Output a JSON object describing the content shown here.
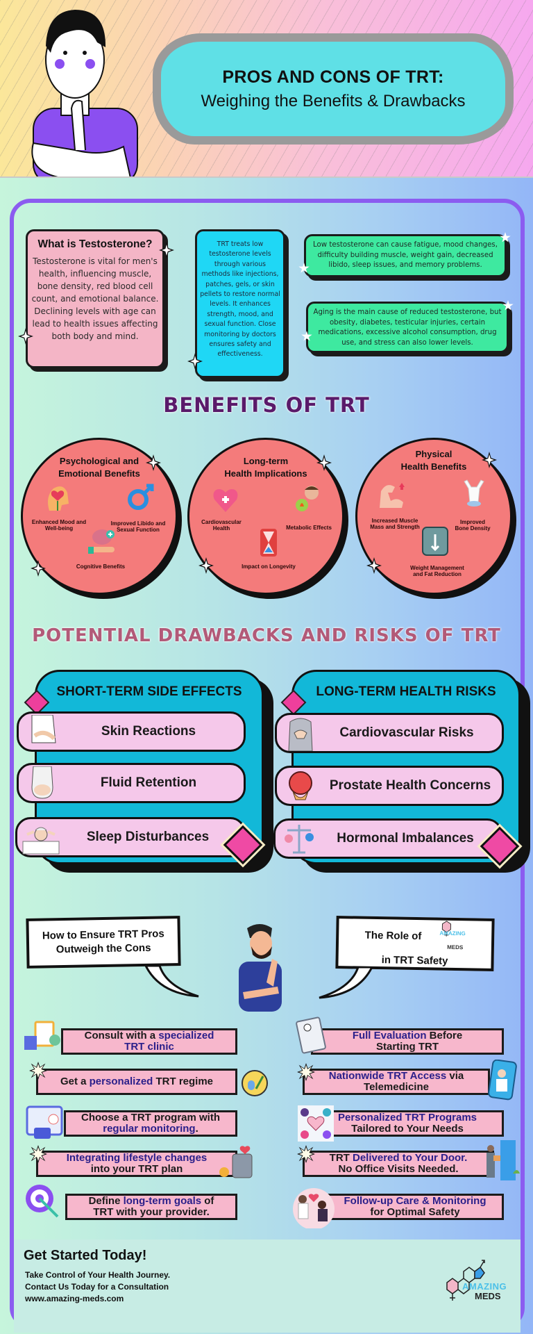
{
  "header": {
    "title_line1": "PROS AND CONS OF TRT:",
    "title_line2": "Weighing the Benefits & Drawbacks"
  },
  "intro": {
    "what_is": {
      "heading": "What is Testosterone?",
      "body": "Testosterone is vital for men's health, influencing muscle, bone density, red blood cell count, and emotional balance. Declining levels with age can lead to health issues affecting both body and mind."
    },
    "trt_treats": "TRT treats low testosterone levels through various methods like injections, patches, gels, or skin pellets to restore normal levels. It enhances strength, mood, and sexual function. Close monitoring by doctors ensures safety and effectiveness.",
    "low_t_symptoms": "Low testosterone can cause fatigue, mood changes, difficulty building muscle, weight gain, decreased libido, sleep issues, and memory problems.",
    "causes": "Aging is the main cause of reduced testosterone, but obesity, diabetes, testicular injuries, certain medications, excessive alcohol consumption, drug use, and stress can also lower levels."
  },
  "benefits": {
    "title": "BENEFITS OF TRT",
    "groups": [
      {
        "title_line1": "Psychological and",
        "title_line2": "Emotional Benefits",
        "items": [
          {
            "label_line1": "Enhanced Mood and",
            "label_line2": "Well-being",
            "icon": "heart-head-icon"
          },
          {
            "label_line1": "Improved Libido and",
            "label_line2": "Sexual Function",
            "icon": "male-symbol-icon"
          },
          {
            "label_line1": "Cognitive Benefits",
            "label_line2": "",
            "icon": "brain-hand-icon"
          }
        ]
      },
      {
        "title_line1": "Long-term",
        "title_line2": "Health Implications",
        "items": [
          {
            "label_line1": "Cardiovascular",
            "label_line2": "Health",
            "icon": "heart-plus-icon"
          },
          {
            "label_line1": "Metabolic Effects",
            "label_line2": "",
            "icon": "metabolism-icon"
          },
          {
            "label_line1": "Impact on Longevity",
            "label_line2": "",
            "icon": "hourglass-icon"
          }
        ]
      },
      {
        "title_line1": "Physical",
        "title_line2": "Health Benefits",
        "items": [
          {
            "label_line1": "Increased Muscle",
            "label_line2": "Mass and Strength",
            "icon": "flexed-arm-icon"
          },
          {
            "label_line1": "Improved",
            "label_line2": "Bone Density",
            "icon": "bone-icon"
          },
          {
            "label_line1": "Weight Management",
            "label_line2": "and Fat Reduction",
            "icon": "scale-icon"
          }
        ]
      }
    ]
  },
  "drawbacks": {
    "title": "POTENTIAL DRAWBACKS AND RISKS OF TRT",
    "short_term": {
      "heading": "SHORT-TERM SIDE EFFECTS",
      "items": [
        "Skin Reactions",
        "Fluid Retention",
        "Sleep Disturbances"
      ]
    },
    "long_term": {
      "heading": "LONG-TERM HEALTH RISKS",
      "items": [
        "Cardiovascular Risks",
        "Prostate Health Concerns",
        "Hormonal Imbalances"
      ]
    }
  },
  "speech": {
    "left_line1": "How to Ensure TRT Pros",
    "left_line2": "Outweigh the Cons",
    "right_line1": "The Role of",
    "right_line2": "in TRT Safety",
    "logo_top": "AMAZING",
    "logo_bottom": "MEDS"
  },
  "tips_left": [
    {
      "pre": "Consult with a ",
      "hl": "specialized",
      "post": "",
      "line2_hl": "TRT clinic",
      "line2_post": ""
    },
    {
      "pre": "Get a ",
      "hl": "personalized",
      "post": " TRT regime",
      "line2_hl": "",
      "line2_post": ""
    },
    {
      "pre": "Choose a TRT program with",
      "hl": "",
      "post": "",
      "line2_hl": "regular monitoring",
      "line2_post": "."
    },
    {
      "pre": "",
      "hl": "Integrating lifestyle changes",
      "post": "",
      "line2_hl": "",
      "line2_post": "into your TRT plan"
    },
    {
      "pre": "Define ",
      "hl": "long-term goals",
      "post": " of",
      "line2_hl": "",
      "line2_post": "TRT with your provider."
    }
  ],
  "tips_right": [
    {
      "pre": "",
      "hl": "Full Evaluation",
      "post": " Before",
      "line2_hl": "",
      "line2_post": "Starting TRT"
    },
    {
      "pre": "",
      "hl": "Nationwide TRT Access",
      "post": " via",
      "line2_hl": "",
      "line2_post": "Telemedicine"
    },
    {
      "pre": "",
      "hl": "Personalized TRT Programs",
      "post": "",
      "line2_hl": "",
      "line2_post": "Tailored to Your Needs"
    },
    {
      "pre": "TRT ",
      "hl": "Delivered to Your Door.",
      "post": "",
      "line2_hl": "",
      "line2_post": "No Office Visits Needed."
    },
    {
      "pre": "",
      "hl": "Follow-up Care & Monitoring",
      "post": "",
      "line2_hl": "",
      "line2_post": "for Optimal Safety"
    }
  ],
  "footer": {
    "heading": "Get Started Today!",
    "line1": "Take Control of Your Health Journey.",
    "line2": "Contact Us Today for a Consultation",
    "website": "www.amazing-meds.com",
    "logo_top": "AMAZING",
    "logo_bottom": "MEDS"
  },
  "colors": {
    "frame": "#8b5cf0",
    "title_bubble": "#5fe0e6",
    "card_pink": "#f4b5c6",
    "card_cyan": "#1fd7f5",
    "card_green": "#3ee9a0",
    "benefit_circle": "#f47b7b",
    "benefits_title": "#5a1a6a",
    "drawbacks_title": "#b25a78",
    "panel": "#12b8d8",
    "pill": "#f5c8ea",
    "tip_row": "#f7b7cc",
    "highlight_text": "#2a1f8a"
  }
}
